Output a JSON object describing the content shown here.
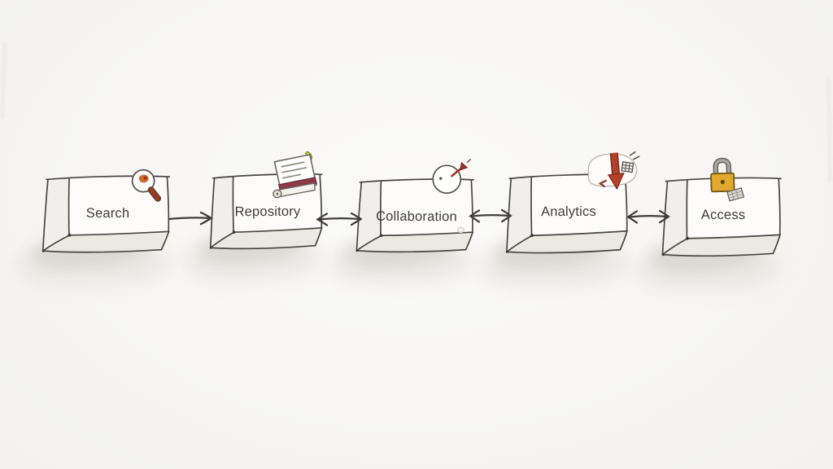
{
  "diagram": {
    "type": "flow",
    "nodes": [
      {
        "label": "Search",
        "icon": "magnifying-glass"
      },
      {
        "label": "Repository",
        "icon": "scroll-document"
      },
      {
        "label": "Collaboration",
        "icon": "pinned-balloon"
      },
      {
        "label": "Analytics",
        "icon": "downward-trend-arrow"
      },
      {
        "label": "Access",
        "icon": "padlock-and-card"
      }
    ],
    "edges": [
      {
        "from": "Search",
        "to": "Repository",
        "direction": "one-way-right"
      },
      {
        "from": "Repository",
        "to": "Collaboration",
        "direction": "bidirectional"
      },
      {
        "from": "Collaboration",
        "to": "Analytics",
        "direction": "bidirectional"
      },
      {
        "from": "Analytics",
        "to": "Access",
        "direction": "bidirectional"
      }
    ],
    "style": {
      "background": "#f7f6f3",
      "ink_stroke": "#4a4743",
      "box_front_face": "#fdfcfa",
      "box_side_face": "#f1efeb",
      "box_bottom_face": "#ebe9e4",
      "shadow": "#c7c4be",
      "text_color": "#403e3a",
      "accent_orange": "#cd6c2c",
      "accent_red": "#a93a26",
      "accent_maroon": "#8c3a46",
      "accent_gold": "#e2a92f",
      "accent_flame_yellow": "#d9d13f"
    }
  }
}
